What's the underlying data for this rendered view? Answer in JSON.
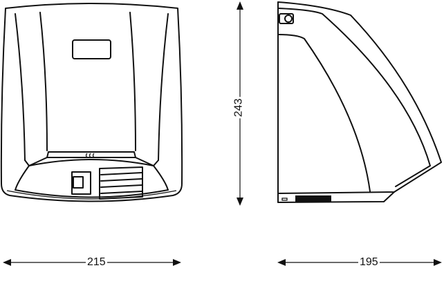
{
  "dimensions": {
    "width": "215",
    "height": "243",
    "depth": "195"
  },
  "colors": {
    "line": "#111111",
    "background": "#ffffff"
  }
}
